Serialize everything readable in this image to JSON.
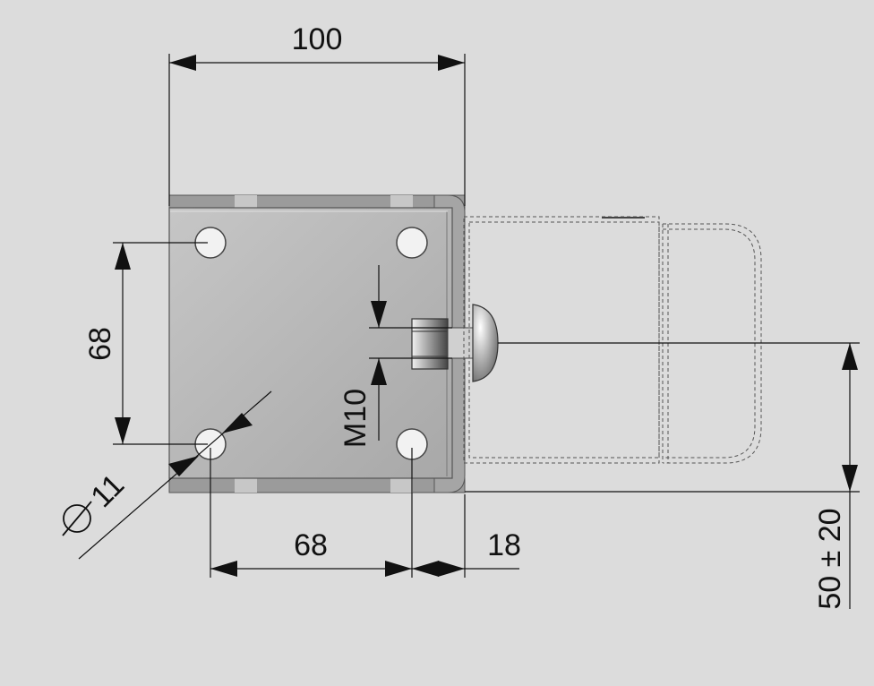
{
  "dimensions": {
    "overall_width": "100",
    "hole_spacing_vertical": "68",
    "hole_spacing_horizontal": "68",
    "offset": "18",
    "thread": "M10",
    "hole_diameter": "11",
    "stroke": "50",
    "stroke_tolerance": "± 20"
  },
  "icons": {
    "diameter": "diameter-symbol-icon"
  },
  "colors": {
    "background": "#dcdcdc",
    "plate": "#b8b8b8",
    "plate_edge": "#7a7a7a",
    "hole": "#f2f2f2"
  }
}
